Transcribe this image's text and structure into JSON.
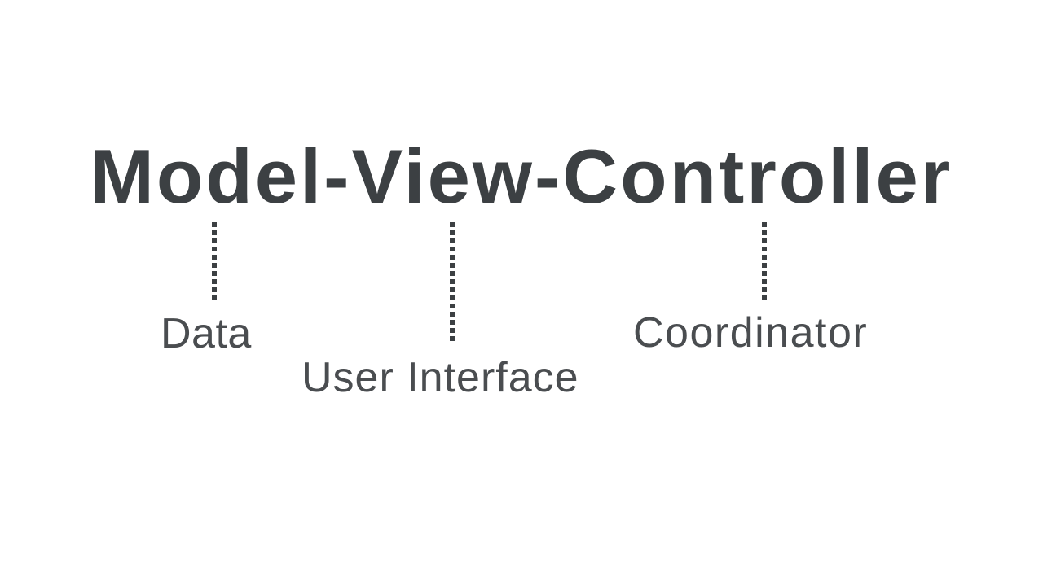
{
  "slide": {
    "title": "Model-View-Controller",
    "annotations": [
      {
        "label": "Data",
        "under_word": "Model"
      },
      {
        "label": "User Interface",
        "under_word": "View"
      },
      {
        "label": "Coordinator",
        "under_word": "Controller"
      }
    ],
    "colors": {
      "ink": "#3c4043",
      "label_ink": "#4a4d50",
      "background": "#ffffff"
    }
  }
}
